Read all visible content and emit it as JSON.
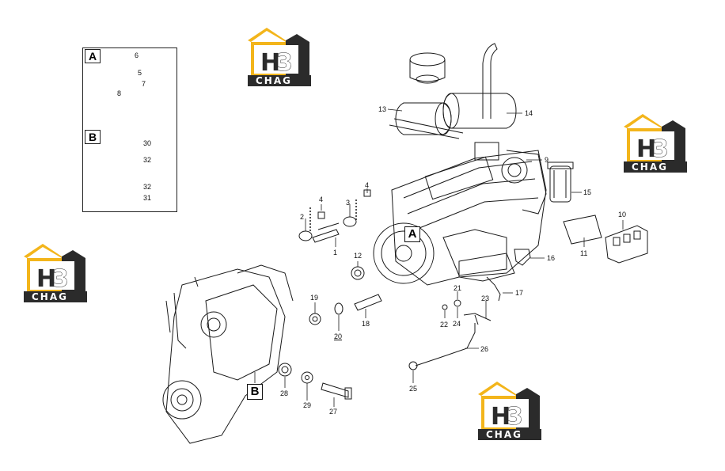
{
  "detail_a": {
    "letter": "A",
    "callouts": [
      "6",
      "5",
      "8",
      "7"
    ]
  },
  "detail_b": {
    "letter": "B",
    "callouts": [
      "30",
      "32",
      "32",
      "31"
    ]
  },
  "engine_callouts": [
    "13",
    "14",
    "9",
    "15",
    "10",
    "16",
    "11",
    "17",
    "4",
    "4",
    "2",
    "3",
    "1",
    "12",
    "19",
    "20",
    "18",
    "21",
    "22",
    "23",
    "24",
    "26",
    "25"
  ],
  "transmission_callouts": [
    "28",
    "29",
    "27"
  ],
  "ref_labels": {
    "engine_ref": "A",
    "transmission_ref": "B"
  },
  "logo": {
    "mark": "H3",
    "word": "CHAG"
  },
  "colors": {
    "logo_yellow": "#f3b51b",
    "logo_dark": "#2b2b2b",
    "line": "#1a1a1a"
  }
}
